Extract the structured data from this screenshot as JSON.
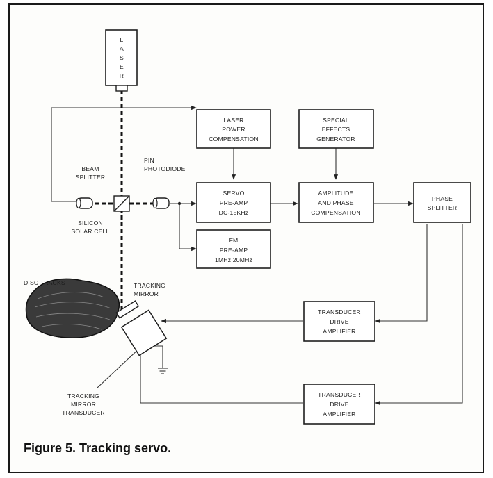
{
  "figure": {
    "caption": "Figure 5.  Tracking servo."
  },
  "laser": {
    "letters": [
      "L",
      "A",
      "S",
      "E",
      "R"
    ]
  },
  "blocks": {
    "laser_power": [
      "LASER",
      "POWER",
      "COMPENSATION"
    ],
    "special_effects": [
      "SPECIAL",
      "EFFECTS",
      "GENERATOR"
    ],
    "servo_preamp": [
      "SERVO",
      "PRE-AMP",
      "DC-15KHz"
    ],
    "amp_phase": [
      "AMPLITUDE",
      "AND PHASE",
      "COMPENSATION"
    ],
    "phase_splitter": [
      "PHASE",
      "SPLITTER"
    ],
    "fm_preamp": [
      "FM",
      "PRE-AMP",
      "1MHz  20MHz"
    ],
    "transducer_drive_1": [
      "TRANSDUCER",
      "DRIVE",
      "AMPLIFIER"
    ],
    "transducer_drive_2": [
      "TRANSDUCER",
      "DRIVE",
      "AMPLIFIER"
    ]
  },
  "labels": {
    "beam_splitter": [
      "BEAM",
      "SPLITTER"
    ],
    "pin_photodiode": [
      "PIN",
      "PHOTODIODE"
    ],
    "silicon_solar_cell": [
      "SILICON",
      "SOLAR CELL"
    ],
    "disc_tracks": "DISC TRACKS",
    "tracking_mirror": [
      "TRACKING",
      "MIRROR"
    ],
    "tracking_mirror_transducer": [
      "TRACKING",
      "MIRROR",
      "TRANSDUCER"
    ]
  }
}
